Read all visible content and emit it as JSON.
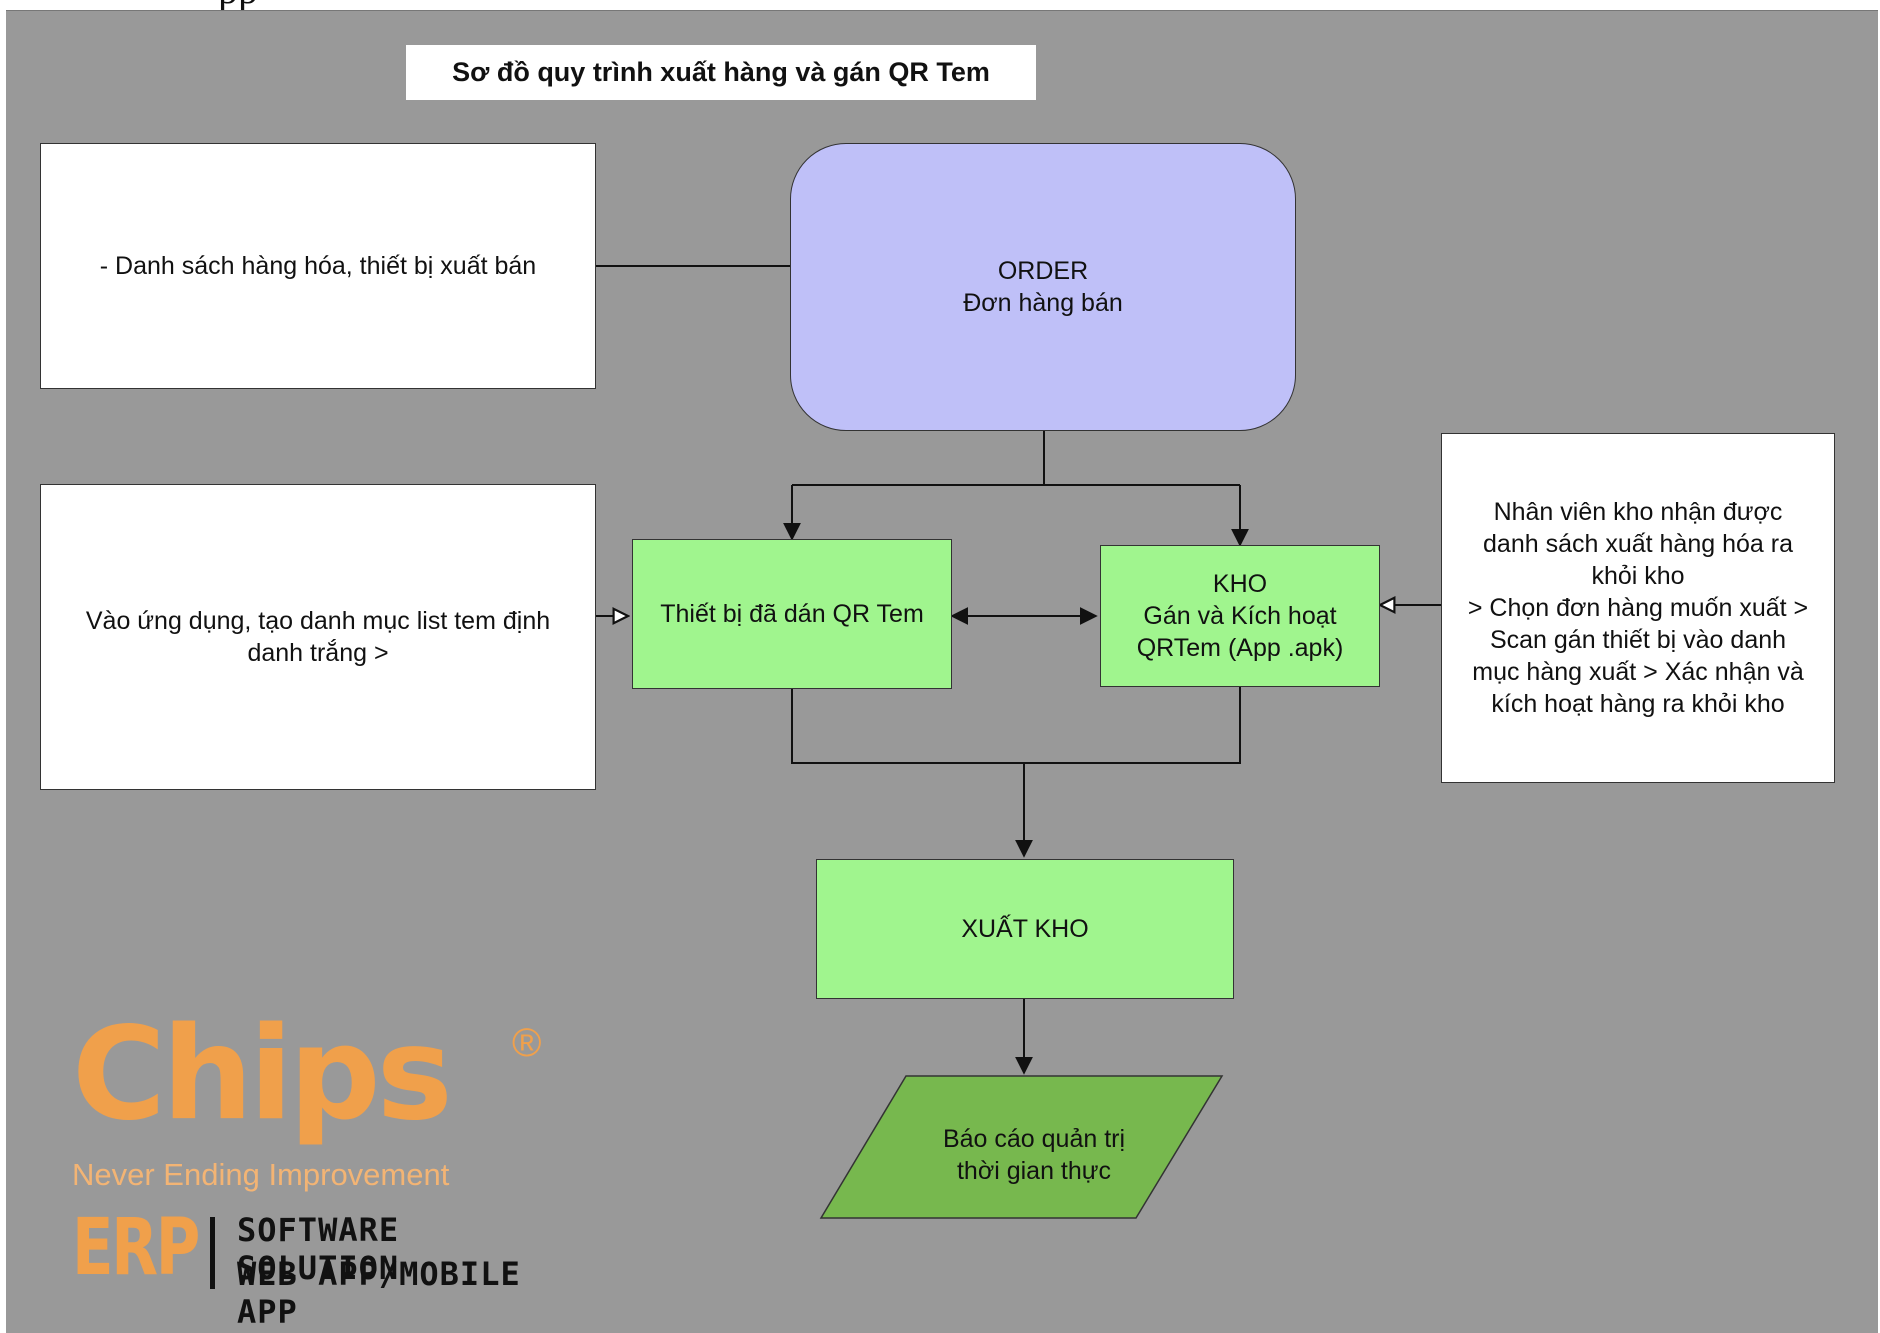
{
  "header_fragment": "pp",
  "diagram": {
    "title": "Sơ đồ  quy trình xuất hàng và gán QR Tem",
    "nodes": {
      "product_list": "- Danh sách hàng hóa, thiết bị xuất bán",
      "order": "ORDER\nĐơn hàng bán",
      "blank_tags": "Vào ứng dụng, tạo danh mục list tem định danh trắng >",
      "tagged_devices": "Thiết bị đã dán QR Tem",
      "warehouse": "KHO\nGán và Kích hoạt\nQRTem (App .apk)",
      "warehouse_staff": "Nhân viên kho nhận được\ndanh sách xuất hàng hóa ra\nkhỏi kho\n> Chọn đơn hàng muốn xuất >\nScan gán thiết bị vào danh\nmục hàng xuất > Xác nhận và\nkích hoạt hàng ra khỏi kho",
      "export": "XUẤT KHO",
      "report": "Báo cáo quản trị\nthời gian thực"
    }
  },
  "logo": {
    "wordmark": "Chips",
    "registered": "®",
    "tagline": "Never Ending Improvement",
    "erp": "ERP",
    "line1": "SOFTWARE SOLUTION",
    "line2": "WEB APP/MOBILE APP"
  },
  "colors": {
    "canvas": "#999999",
    "order_fill": "#bfc0f8",
    "process_fill": "#a0f58e",
    "report_fill": "#77b84e",
    "logo_orange": "#f0a04b"
  }
}
